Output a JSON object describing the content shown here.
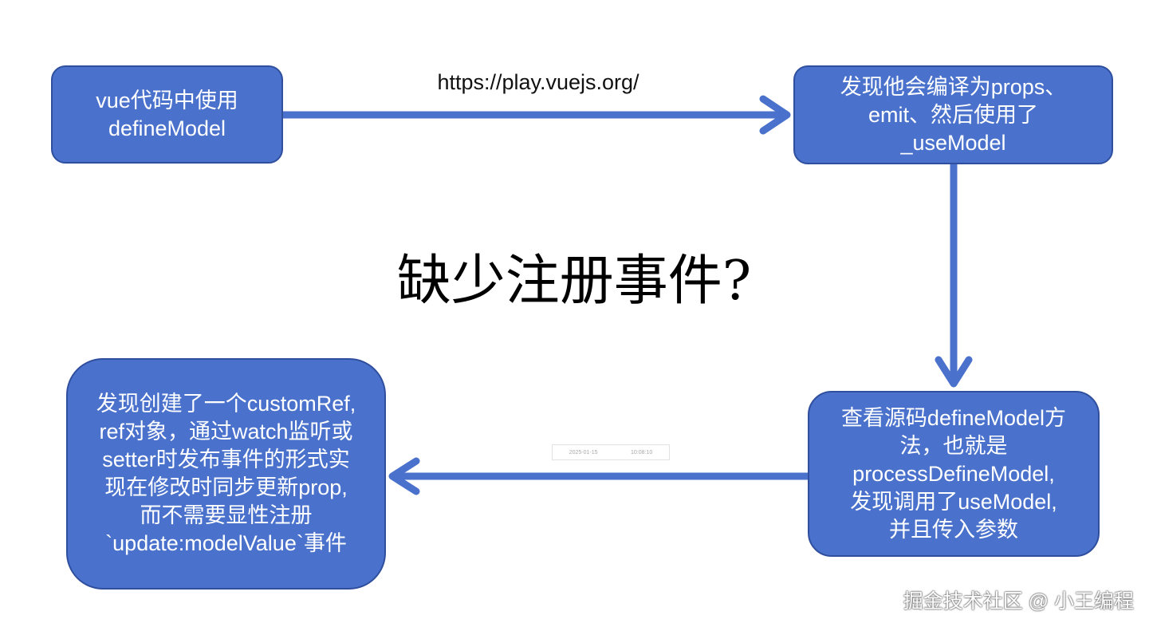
{
  "boxes": {
    "box1": [
      "vue代码中使用",
      "defineModel"
    ],
    "box2": [
      "发现他会编译为props、",
      "emit、然后使用了",
      "_useModel"
    ],
    "box3": [
      "查看源码defineModel方",
      "法，也就是",
      "processDefineModel,",
      "发现调用了useModel,",
      "并且传入参数"
    ],
    "box4": [
      "发现创建了一个customRef,",
      "ref对象，通过watch监听或",
      "setter时发布事件的形式实",
      "现在修改时同步更新prop,",
      "而不需要显性注册",
      "`update:modelValue`事件"
    ]
  },
  "url_label": "https://play.vuejs.org/",
  "question": "缺少注册事件?",
  "mini_bar": {
    "date": "2025-01-15",
    "time": "10:08:10"
  },
  "watermark": "掘金技术社区 @ 小王编程",
  "colors": {
    "box_fill": "#4a72cc",
    "box_border": "#2f4f9e",
    "arrow": "#4a72cc"
  }
}
